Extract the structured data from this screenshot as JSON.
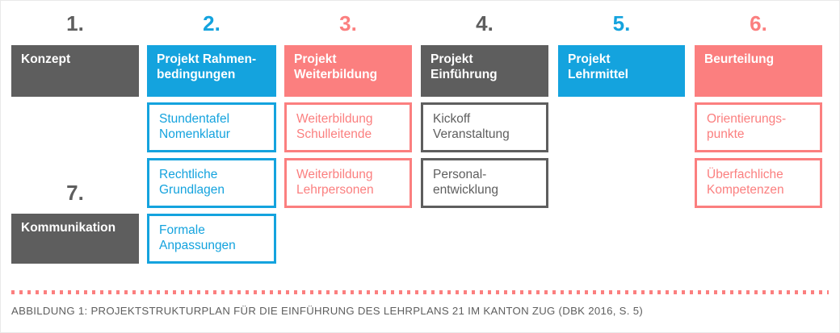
{
  "figure": {
    "caption": "ABBILDUNG 1: PROJEKTSTRUKTURPLAN FÜR DIE EINFÜHRUNG DES LEHRPLANS 21 IM KANTON ZUG (DBK 2016, S. 5)"
  },
  "colors": {
    "gray": "#5e5e5e",
    "blue": "#14a3de",
    "red": "#fb7f7f",
    "background": "#ffffff"
  },
  "columns": [
    {
      "number": "1.",
      "number_color": "gray",
      "head": {
        "label": "Konzept",
        "color": "gray"
      },
      "subitems": []
    },
    {
      "number": "2.",
      "number_color": "blue",
      "head": {
        "label": "Projekt Rahmen-\nbedingungen",
        "color": "blue"
      },
      "subitems": [
        {
          "label": "Stundentafel\nNomenklatur",
          "color": "blue"
        },
        {
          "label": "Rechtliche\nGrundlagen",
          "color": "blue"
        },
        {
          "label": "Formale\nAnpassungen",
          "color": "blue"
        }
      ]
    },
    {
      "number": "3.",
      "number_color": "red",
      "head": {
        "label": "Projekt\nWeiterbildung",
        "color": "red"
      },
      "subitems": [
        {
          "label": "Weiterbildung\nSchulleitende",
          "color": "red"
        },
        {
          "label": "Weiterbildung\nLehrpersonen",
          "color": "red"
        }
      ]
    },
    {
      "number": "4.",
      "number_color": "gray",
      "head": {
        "label": "Projekt\nEinführung",
        "color": "gray"
      },
      "subitems": [
        {
          "label": "Kickoff\nVeranstaltung",
          "color": "gray"
        },
        {
          "label": "Personal-\nentwicklung",
          "color": "gray"
        }
      ]
    },
    {
      "number": "5.",
      "number_color": "blue",
      "head": {
        "label": "Projekt\nLehrmittel",
        "color": "blue"
      },
      "subitems": []
    },
    {
      "number": "6.",
      "number_color": "red",
      "head": {
        "label": "Beurteilung",
        "color": "red"
      },
      "subitems": [
        {
          "label": "Orientierungs-\npunkte",
          "color": "red"
        },
        {
          "label": "Überfachliche\nKompetenzen",
          "color": "red"
        }
      ]
    },
    {
      "number": "7.",
      "number_color": "gray",
      "head": {
        "label": "Kommunikation",
        "color": "gray"
      },
      "subitems": []
    }
  ]
}
